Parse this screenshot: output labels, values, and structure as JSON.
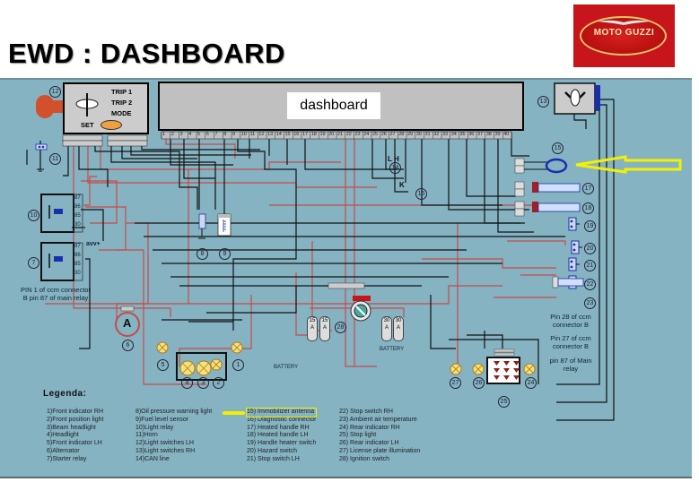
{
  "header": {
    "title": "EWD : DASHBOARD",
    "logo_text": "MOTO GUZZI"
  },
  "colors": {
    "panel_bg": "#85b3c2",
    "wire_red": "#c84a4a",
    "wire_black": "#111111",
    "highlight_yellow": "#f4f000",
    "logo_red": "#c8141b",
    "connector_blue": "#1a2fb0"
  },
  "diagram": {
    "dashboard_label": "dashboard",
    "switch12": {
      "trip1": "TRIP 1",
      "trip2": "TRIP 2",
      "mode": "MODE",
      "set": "SET"
    },
    "pin_numbers": [
      "1",
      "2",
      "3",
      "4",
      "5",
      "6",
      "7",
      "8",
      "9",
      "10",
      "11",
      "12",
      "13",
      "14",
      "15",
      "16",
      "17",
      "18",
      "19",
      "20",
      "21",
      "22",
      "23",
      "24",
      "25",
      "26",
      "27",
      "28",
      "29",
      "30",
      "31",
      "32",
      "33",
      "34",
      "35",
      "36",
      "37",
      "38",
      "39",
      "40"
    ],
    "relay10_pins": [
      "87",
      "86",
      "85",
      "30"
    ],
    "relay7_pins": [
      "87",
      "86",
      "85",
      "30"
    ],
    "relay7_tag": "avv+",
    "can_labels": "L H",
    "diag_label": "K",
    "alternator_label": "A",
    "fuse_labels": [
      "15 A",
      "15 A",
      "30 A",
      "30 A"
    ],
    "battery_labels": [
      "BATTERY",
      "BATTERY"
    ],
    "component_numbers": [
      "1",
      "2",
      "3",
      "4",
      "5",
      "6",
      "7",
      "8",
      "9",
      "10",
      "11",
      "12",
      "13",
      "14",
      "15",
      "16",
      "17",
      "18",
      "19",
      "20",
      "21",
      "22",
      "23",
      "24",
      "25",
      "26",
      "27",
      "28"
    ],
    "notes": {
      "relay7_note": "PIN 1 of ccm connector B pin 87 of main relay",
      "pin28": "Pin 28 of ccm connector B",
      "pin27": "Pin 27 of ccm connector B",
      "pin87": "pin 87 of Main relay"
    }
  },
  "legend": {
    "title": "Legenda:",
    "col1": [
      "1)Front indicator RH",
      "2)Front position light",
      "3)Beam headlight",
      "4)Headlight",
      "5)Front indicator LH",
      "6)Alternator",
      "7)Starter relay"
    ],
    "col2": [
      "8)Oil pressure warning light",
      "9)Fuel level sensor",
      "10)Light relay",
      "11)Horn",
      "12)Light switches LH",
      "13)Light switches RH",
      "14)CAN line"
    ],
    "col3": [
      "15) Immobilizer antenna",
      "16) Diagnostic connector",
      "17) Heated handle RH",
      "18) Heated handle LH",
      "19) Handle heater switch",
      "20) Hazard switch",
      "21) Stop switch LH"
    ],
    "col4": [
      "22) Stop switch RH",
      "23) Ambient air temperature",
      "24) Rear indicator RH",
      "25) Stop light",
      "26) Rear indicator LH",
      "27) License plate illumination",
      "28) Ignition switch"
    ],
    "highlighted": "15) Immobilizer antenna"
  }
}
